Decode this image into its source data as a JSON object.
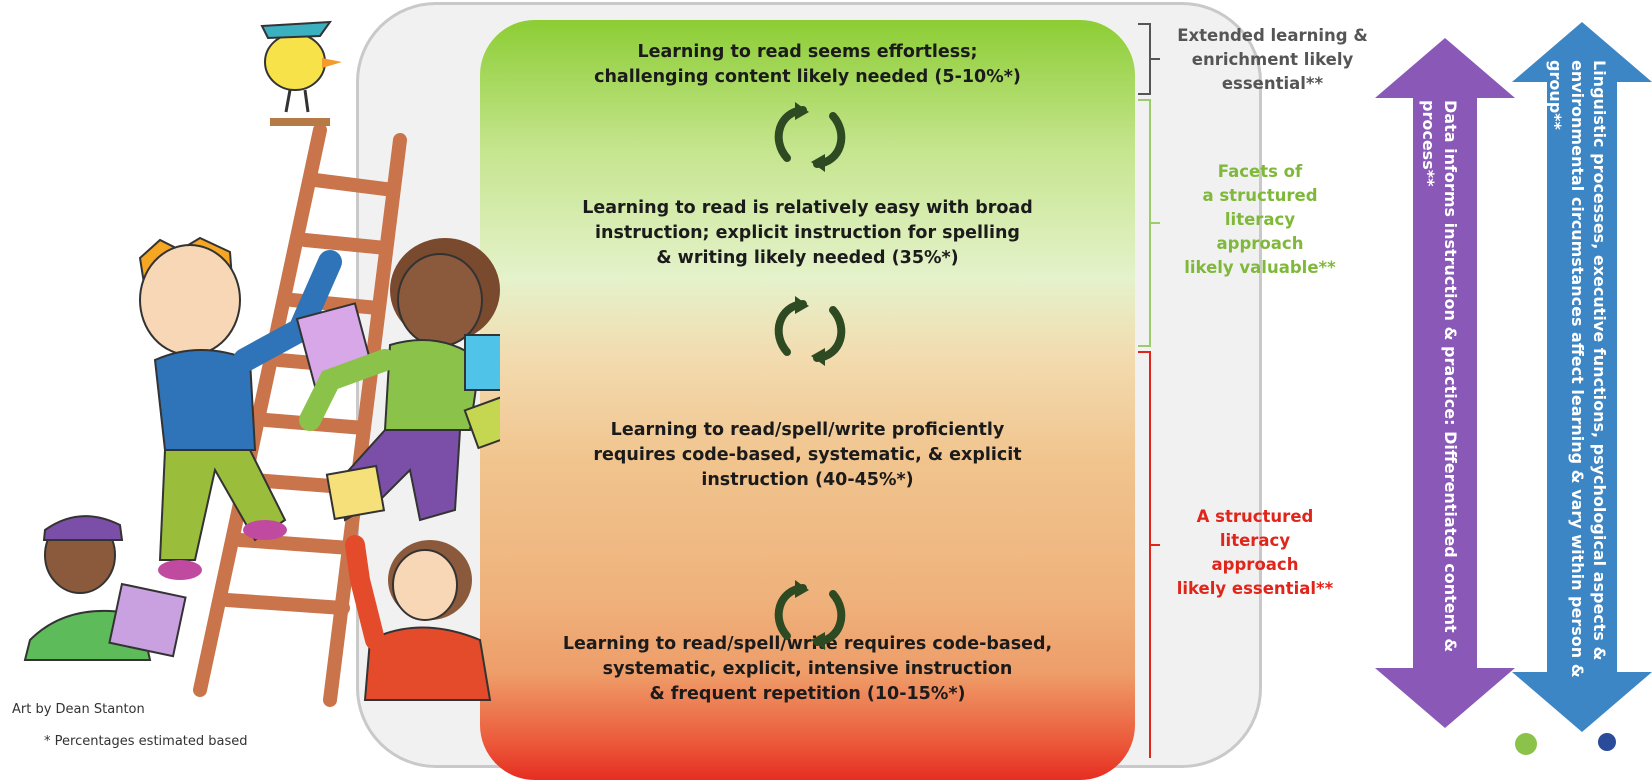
{
  "levels": [
    {
      "text": "Learning to read seems effortless;\nchallenging content likely needed (5-10%*)"
    },
    {
      "text": "Learning to read is relatively easy with broad\ninstruction; explicit instruction for spelling\n& writing likely needed (35%*)"
    },
    {
      "text": "Learning to read/spell/write proficiently\nrequires code-based, systematic, & explicit\ninstruction (40-45%*)"
    },
    {
      "text": "Learning to read/spell/write requires code-based,\nsystematic, explicit, intensive instruction\n& frequent repetition (10-15%*)"
    }
  ],
  "brackets": [
    {
      "text": "Extended learning &\nenrichment likely\nessential**",
      "color": "#555555"
    },
    {
      "text": "Facets of\na structured\nliteracy\napproach\nlikely valuable**",
      "color": "#7fb83a"
    },
    {
      "text": "A structured\nliteracy\napproach\nlikely essential**",
      "color": "#e0251b"
    }
  ],
  "arrows": {
    "purple": {
      "text": "Data informs instruction & practice: Differentiated content & process**",
      "color": "#8a59b8"
    },
    "blue": {
      "text": "Linguistic processes, executive functions, psychological aspects & environmental circumstances affect learning & vary within person & group**",
      "color": "#3d86c6"
    }
  },
  "credit": "Art by Dean Stanton",
  "footnote": "* Percentages estimated based",
  "colors": {
    "green": "#8ccd34",
    "red": "#e52d22",
    "cycle": "#2e4a22"
  }
}
